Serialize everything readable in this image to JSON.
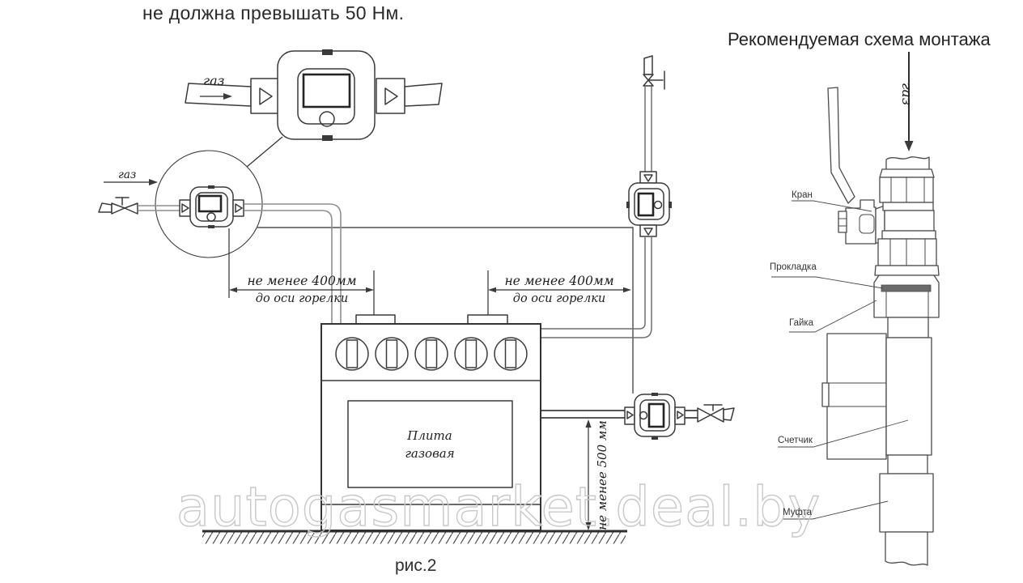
{
  "note_top": "не должна превышать 50 Нм.",
  "montage": {
    "heading": "Рекомендуемая схема монтажа",
    "gas_label": "газ",
    "parts": {
      "valve": "Кран",
      "gasket": "Прокладка",
      "nut": "Гайка",
      "meter": "Счетчик",
      "coupling": "Муфта"
    }
  },
  "diagram": {
    "gas_label_detail": "газ",
    "gas_label_inlet": "газ",
    "dim_left": {
      "line1": "не менее 400мм",
      "line2": "до оси горелки"
    },
    "dim_right": {
      "line1": "не менее 400мм",
      "line2": "до оси горелки"
    },
    "dim_height": "не менее 500 мм",
    "stove": {
      "line1": "Плита",
      "line2": "газовая"
    },
    "caption": "рис.2"
  },
  "watermark": "autogasmarket.deal.by",
  "colors": {
    "line": "#3a3a3a",
    "pipe_gray": "#8f8f8f",
    "gasket_fill": "#6a6a6a",
    "watermark_outline": "#c8c8c8",
    "text": "#2b2b2b"
  }
}
